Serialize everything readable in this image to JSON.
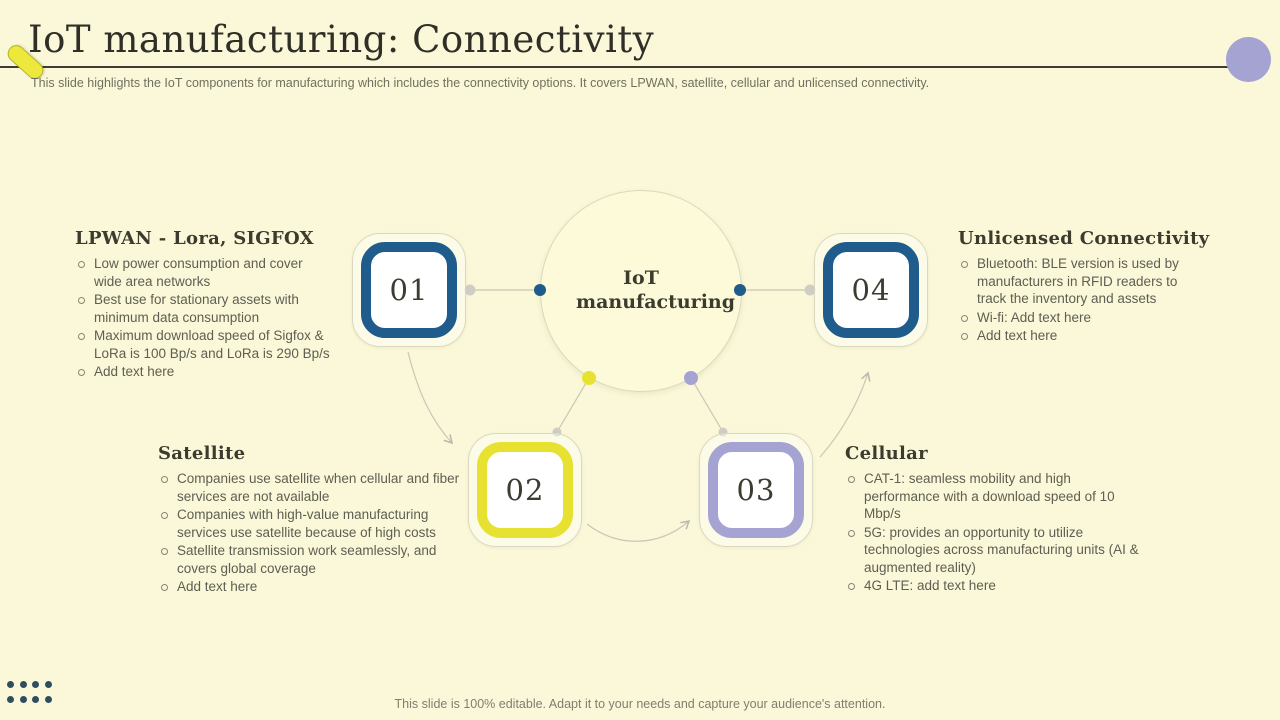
{
  "slide": {
    "title": "IoT manufacturing: Connectivity",
    "subtitle": "This slide highlights the IoT components for manufacturing which includes the connectivity options. It covers LPWAN, satellite, cellular and unlicensed connectivity.",
    "footer": "This slide is 100% editable. Adapt it to your needs and capture your audience's attention."
  },
  "diagram": {
    "center_label": "IoT manufacturing",
    "nodes": [
      {
        "number": "01",
        "color": "#1F5C8C"
      },
      {
        "number": "02",
        "color": "#E7E232"
      },
      {
        "number": "03",
        "color": "#A4A3D2"
      },
      {
        "number": "04",
        "color": "#1F5C8C"
      }
    ]
  },
  "sections": {
    "lpwan": {
      "heading": "LPWAN - Lora, SIGFOX",
      "bullets": [
        "Low power consumption and cover wide area networks",
        "Best use for stationary assets with minimum data consumption",
        "Maximum download speed of Sigfox & LoRa is 100 Bp/s and LoRa is 290 Bp/s",
        "Add text here"
      ]
    },
    "satellite": {
      "heading": "Satellite",
      "bullets": [
        "Companies use satellite when cellular and fiber services are not available",
        "Companies with high-value manufacturing services use satellite because of high costs",
        "Satellite transmission work seamlessly, and covers global coverage",
        "Add text here"
      ]
    },
    "cellular": {
      "heading": "Cellular",
      "bullets": [
        "CAT-1: seamless mobility and high performance with a download speed of 10 Mbp/s",
        "5G: provides an opportunity to utilize technologies across manufacturing units (AI & augmented reality)",
        "4G LTE: add text here"
      ]
    },
    "unlicensed": {
      "heading": "Unlicensed Connectivity",
      "bullets": [
        "Bluetooth: BLE version is used by manufacturers in RFID readers to track the inventory and assets",
        "Wi-fi: Add text here",
        "Add text here"
      ]
    }
  },
  "colors": {
    "bg": "#FAF8D8",
    "accent-blue": "#1F5C8C",
    "accent-yellow": "#E7E232",
    "accent-purple": "#A4A3D2",
    "dot-gray": "#D0CEC4",
    "line": "#C9C6B6",
    "title-text": "#2F2F27",
    "heading-text": "#3B3B2E",
    "body-text": "#5E5E52",
    "subtitle-text": "#70705F",
    "navy-dot": "#2E4D61"
  }
}
